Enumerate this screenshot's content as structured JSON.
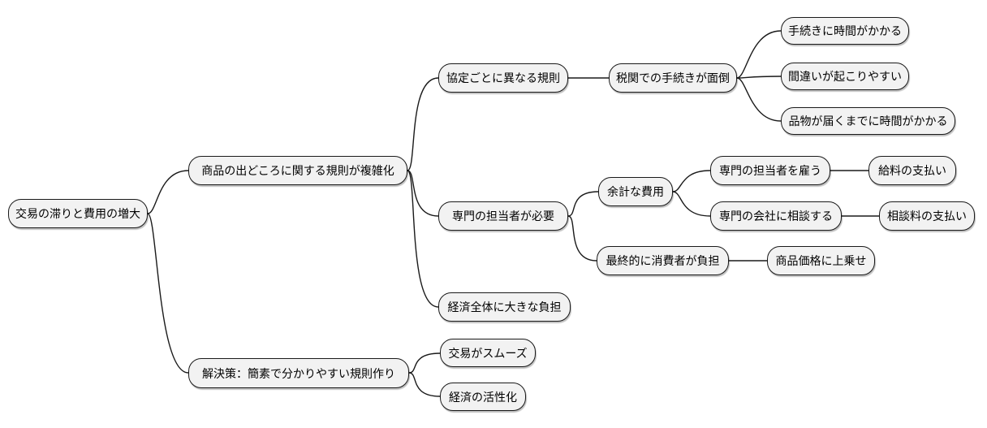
{
  "colors": {
    "background": "#ffffff",
    "node_fill": "#f2f2f2",
    "node_border": "#1a1a1a",
    "link_stroke": "#1a1a1a",
    "text": "#000000"
  },
  "tree": {
    "label": "交易の滞りと費用の増大",
    "children": [
      {
        "label": "商品の出どころに関する規則が複雑化",
        "children": [
          {
            "label": "協定ごとに異なる規則",
            "children": [
              {
                "label": "税関での手続きが面倒",
                "children": [
                  {
                    "label": "手続きに時間がかかる"
                  },
                  {
                    "label": "間違いが起こりやすい"
                  },
                  {
                    "label": "品物が届くまでに時間がかかる"
                  }
                ]
              }
            ]
          },
          {
            "label": "専門の担当者が必要",
            "children": [
              {
                "label": "余計な費用",
                "children": [
                  {
                    "label": "専門の担当者を雇う",
                    "children": [
                      {
                        "label": "給料の支払い"
                      }
                    ]
                  },
                  {
                    "label": "専門の会社に相談する",
                    "children": [
                      {
                        "label": "相談料の支払い"
                      }
                    ]
                  }
                ]
              },
              {
                "label": "最終的に消費者が負担",
                "children": [
                  {
                    "label": "商品価格に上乗せ"
                  }
                ]
              }
            ]
          },
          {
            "label": "経済全体に大きな負担"
          }
        ]
      },
      {
        "label": "解決策：簡素で分かりやすい規則作り",
        "children": [
          {
            "label": "交易がスムーズ"
          },
          {
            "label": "経済の活性化"
          }
        ]
      }
    ]
  }
}
